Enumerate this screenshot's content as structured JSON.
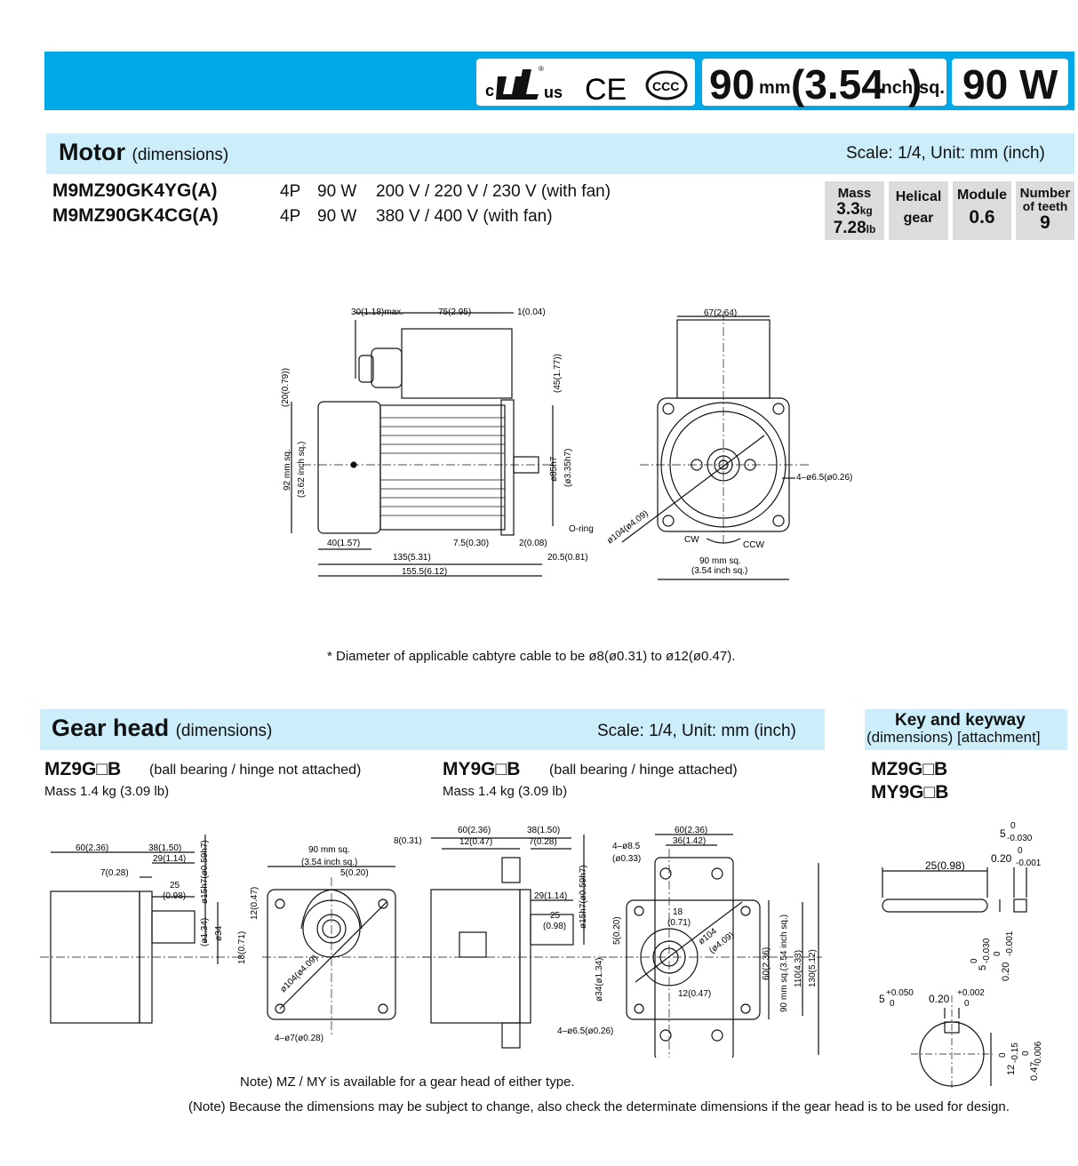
{
  "header": {
    "cert_c": "c",
    "cert_us": "us",
    "cert_ce": "CE",
    "cert_ccc": "CCC",
    "size_value": "90",
    "size_unit": "mm",
    "size_inch": "(3.54",
    "size_inch_unit": "inch",
    "size_close": ")",
    "size_sq": "sq.",
    "power": "90 W"
  },
  "motor": {
    "title": "Motor",
    "subtitle": "(dimensions)",
    "scale": "Scale: 1/4, Unit: mm (inch)",
    "models": [
      {
        "name": "M9MZ90GK4YG(A)",
        "poles": "4P",
        "power": "90 W",
        "voltage": "200 V / 220 V / 230 V (with fan)"
      },
      {
        "name": "M9MZ90GK4CG(A)",
        "poles": "4P",
        "power": "90 W",
        "voltage": "380 V / 400 V (with fan)"
      }
    ],
    "specs": {
      "mass_label": "Mass",
      "mass_kg": "3.3",
      "mass_kg_unit": "kg",
      "mass_lb": "7.28",
      "mass_lb_unit": "lb",
      "gear_l1": "Helical",
      "gear_l2": "gear",
      "module_label": "Module",
      "module_value": "0.6",
      "teeth_l1": "Number",
      "teeth_l2": "of teeth",
      "teeth_value": "9"
    },
    "dims": {
      "d30": "30(1.18)max.",
      "d75": "75(2.95)",
      "d1": "1(0.04)",
      "d67": "67(2.64)",
      "d20": "(20(0.79))",
      "d45": "(45(1.77))",
      "d92a": "92 mm sq.",
      "d92b": "(3.62 inch sq.)",
      "d85a": "ø85h7",
      "d85b": "(ø3.35h7)",
      "oring": "O-ring",
      "d40": "40(1.57)",
      "d7_5": "7.5(0.30)",
      "d2": "2(0.08)",
      "d135": "135(5.31)",
      "d20_5": "20.5(0.81)",
      "d155": "155.5(6.12)",
      "d104": "ø104(ø4.09)",
      "d6_5": "4–ø6.5(ø0.26)",
      "cw": "CW",
      "ccw": "CCW",
      "sq90a": "90 mm sq.",
      "sq90b": "(3.54 inch sq.)"
    },
    "cable_note": "* Diameter of applicable cabtyre cable to be ø8(ø0.31) to ø12(ø0.47)."
  },
  "gearhead": {
    "title": "Gear head",
    "subtitle": "(dimensions)",
    "scale": "Scale: 1/4, Unit: mm (inch)",
    "mz_model": "MZ9G□B",
    "mz_desc": "(ball bearing / hinge not attached)",
    "mz_mass": "Mass 1.4 kg (3.09 lb)",
    "my_model": "MY9G□B",
    "my_desc": "(ball bearing / hinge attached)",
    "my_mass": "Mass 1.4 kg (3.09 lb)",
    "dims": {
      "g60": "60(2.36)",
      "g38": "38(1.50)",
      "g29": "29(1.14)",
      "g7": "7(0.28)",
      "g25": "25",
      "g098": "(0.98)",
      "g15h7": "ø15h7(ø0.59h7)",
      "g34": "ø34",
      "g134": "(ø1.34)",
      "g12": "12(0.47)",
      "g18": "18(0.71)",
      "g90a": "90 mm sq.",
      "g90b": "(3.54 inch sq.)",
      "g5": "5(0.20)",
      "g104": "ø104(ø4.09)",
      "g4_7": "4–ø7(ø0.28)",
      "y8": "8(0.31)",
      "y60": "60(2.36)",
      "y12": "12(0.47)",
      "y38": "38(1.50)",
      "y7": "7(0.28)",
      "y29": "29(1.14)",
      "y25": "25",
      "y098": "(0.98)",
      "y15h7": "ø15h7(ø0.59h7)",
      "y34": "ø34(ø1.34)",
      "y4_8_5a": "4–ø8.5",
      "y4_8_5b": "(ø0.33)",
      "y60b": "60(2.36)",
      "y36": "36(1.42)",
      "y18": "18",
      "y071": "(0.71)",
      "y5": "5(0.20)",
      "y104a": "ø104",
      "y104b": "(ø4.09)",
      "y60c": "60(2.36)",
      "y90": "90 mm sq.(3.54 inch sq.)",
      "y110": "110(4.33)",
      "y130": "130(5.12)",
      "y12b": "12(0.47)",
      "y4_6_5": "4–ø6.5(ø0.26)"
    },
    "note1": "Note) MZ / MY is available for a gear head of either type.",
    "note2": "(Note) Because the dimensions may be subject to change, also check the determinate dimensions if the gear head is to be used for design."
  },
  "key": {
    "title": "Key and keyway",
    "subtitle": "(dimensions) [attachment]",
    "model1": "MZ9G□B",
    "model2": "MY9G□B",
    "k25": "25(0.98)",
    "k5top": "5",
    "k5tol": "0\n-0.030",
    "k5tol_a": "0",
    "k5tol_b": "-0.030",
    "k020a": "0.20",
    "k020tol_a": "0",
    "k020tol_b": "-0.001",
    "k5side": "5",
    "k5side_a": "0",
    "k5side_b": "-0.030",
    "k020side": "0.20",
    "k020side_a": "0",
    "k020side_b": "-0.001",
    "kw5": "5",
    "kw5_a": "+0.050",
    "kw5_b": "0",
    "kw020": "0.20",
    "kw020_a": "+0.002",
    "kw020_b": "0",
    "kw12": "12",
    "kw12_a": "0",
    "kw12_b": "-0.15",
    "kw047": "0.47",
    "kw047_a": "0",
    "kw047_b": "-0.006"
  }
}
